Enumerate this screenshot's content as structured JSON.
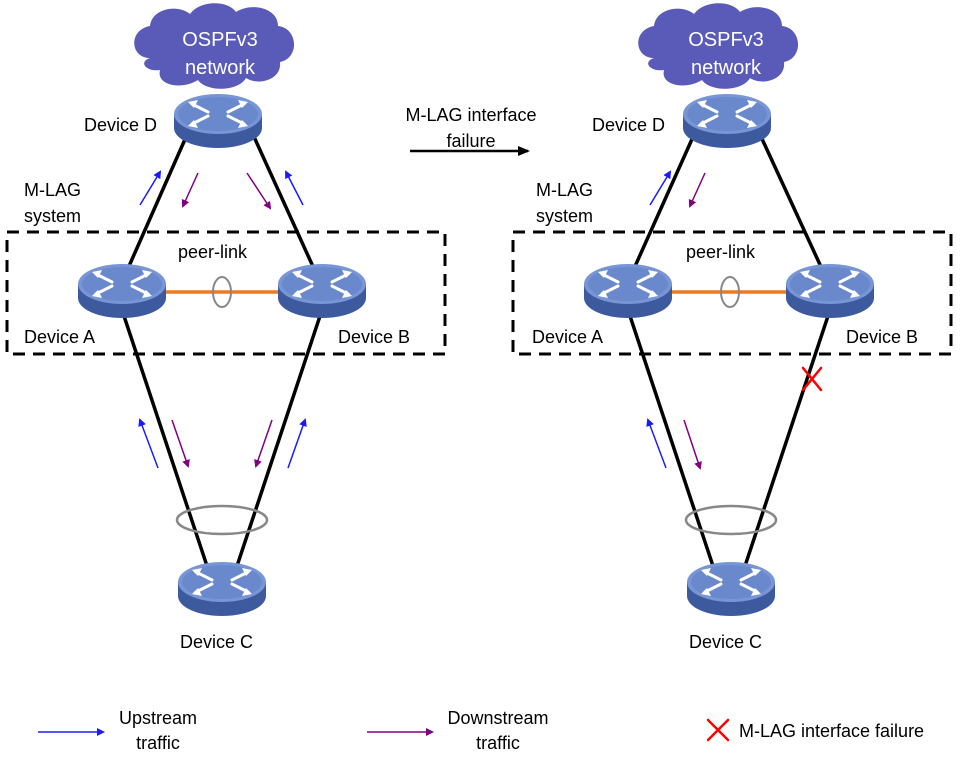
{
  "colors": {
    "cloud": "#5a5ab8",
    "device_top": "#6e8fd2",
    "device_side": "#3d5a9e",
    "device_icon": "#ffffff",
    "link": "#000000",
    "peer_link": "#f07820",
    "upstream": "#1a1aff",
    "downstream": "#800080",
    "failure": "#ff0000",
    "dashed_box": "#000000",
    "lag_ellipse": "#888888"
  },
  "left": {
    "cloud_label": "OSPFv3\nnetwork",
    "device_d": "Device D",
    "mlag_system": "M-LAG\nsystem",
    "peer_link": "peer-link",
    "device_a": "Device A",
    "device_b": "Device B",
    "device_c": "Device C"
  },
  "right": {
    "cloud_label": "OSPFv3\nnetwork",
    "device_d": "Device D",
    "mlag_system": "M-LAG\nsystem",
    "peer_link": "peer-link",
    "device_a": "Device A",
    "device_b": "Device B",
    "device_c": "Device C"
  },
  "transition_label": "M-LAG interface\nfailure",
  "legend": {
    "upstream": "Upstream\ntraffic",
    "downstream": "Downstream\ntraffic",
    "failure": "M-LAG interface failure"
  }
}
